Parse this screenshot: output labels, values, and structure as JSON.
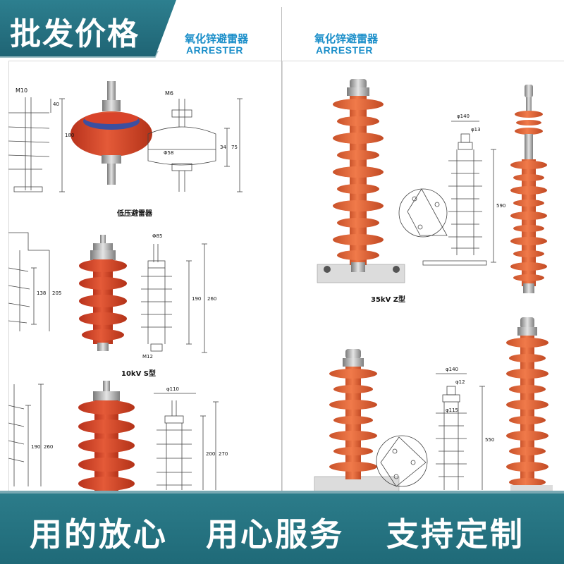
{
  "header": {
    "badge": "批发价格",
    "left_caption_cn": "氧化锌避雷器",
    "left_caption_en": "ARRESTER",
    "right_caption_cn": "氧化锌避雷器",
    "right_caption_en": "ARRESTER"
  },
  "left_catalog": {
    "item1_label": "低压避雷器",
    "item2_label": "10kV  S型",
    "dim_m10": "M10",
    "dim_m6": "M6",
    "dim_40": "40",
    "dim_180": "180",
    "dim_58": "Φ58",
    "dim_34": "34",
    "dim_75": "75",
    "dim_85": "Φ85",
    "dim_190": "190",
    "dim_260": "260",
    "dim_m12": "M12",
    "dim_138": "138",
    "dim_205": "205",
    "dim_110": "φ110",
    "dim_200": "200",
    "dim_270": "270",
    "dim_190b": "190",
    "dim_260b": "260"
  },
  "right_catalog": {
    "item1_label": "35kV  Z型",
    "dim_140": "φ140",
    "dim_13": "φ13",
    "dim_590": "590",
    "dim_140b": "φ140",
    "dim_12": "φ12",
    "dim_115": "φ115",
    "dim_550": "550"
  },
  "footer": {
    "slogan1": "用的放心",
    "slogan2": "用心服务",
    "slogan3": "支持定制"
  },
  "colors": {
    "teal": "#25707f",
    "caption_blue": "#1a8ec9",
    "insulator_orange": "#e8643a",
    "insulator_red": "#d9432a"
  }
}
